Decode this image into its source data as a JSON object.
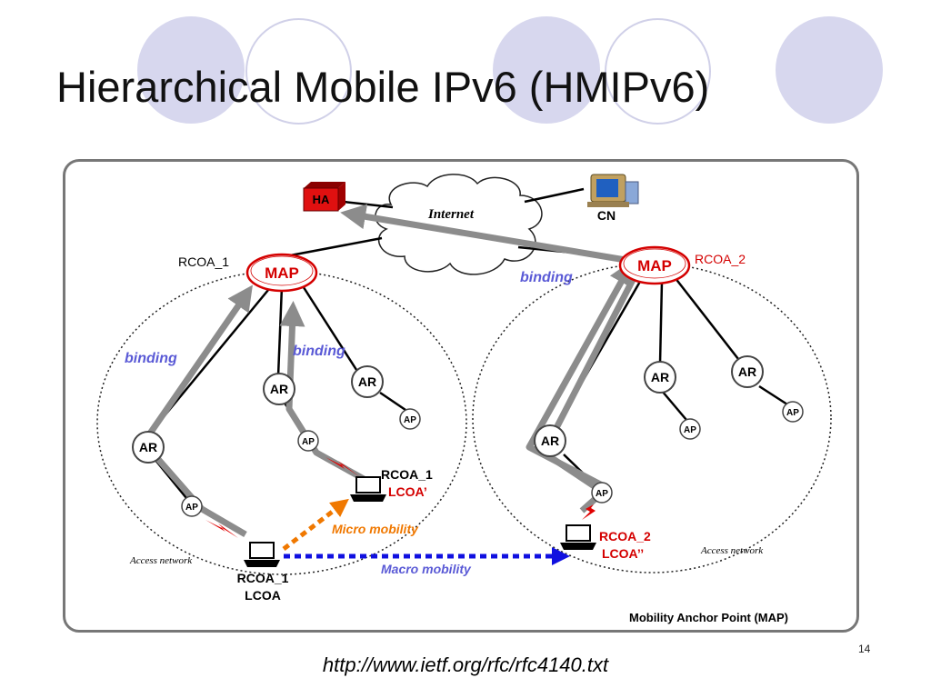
{
  "slide": {
    "title": "Hierarchical Mobile IPv6 (HMIPv6)",
    "footer_url": "http://www.ietf.org/rfc/rfc4140.txt",
    "slide_number": "14"
  },
  "diagram": {
    "ha_label": "HA",
    "cn_label": "CN",
    "internet_label": "Internet",
    "map_label": "MAP",
    "rcoa_1": "RCOA_1",
    "rcoa_2": "RCOA_2",
    "ar_label": "AR",
    "ap_label": "AP",
    "binding_label": "binding",
    "access_network_label": "Access network",
    "micro_mobility_label": "Micro mobility",
    "macro_mobility_label": "Macro mobility",
    "lcoa_label": "LCOA",
    "lcoa_prime_label": "LCOA’",
    "lcoa_double_prime_label": "LCOA’’",
    "legend_caption": "Mobility Anchor Point (MAP)"
  },
  "colors": {
    "map_red": "#d40000",
    "binding_blue": "#5a5ad6",
    "micro_orange": "#f07800",
    "macro_blue": "#1010e0",
    "tunnel_gray": "#8c8c8c",
    "decor_circle": "#d7d7ee"
  }
}
